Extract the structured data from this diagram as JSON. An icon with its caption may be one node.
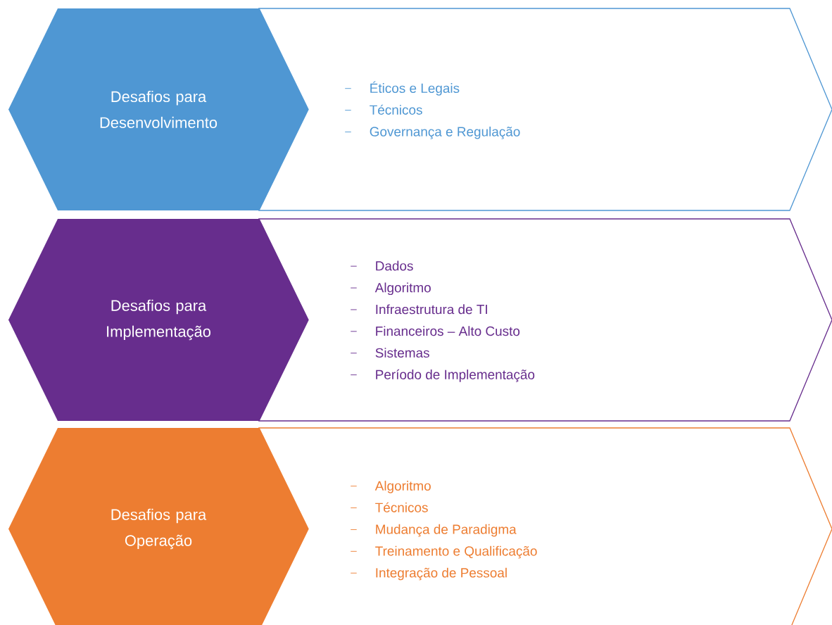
{
  "diagram": {
    "nodes": [
      {
        "text": [
          "Desafios para Desenvolvimento"
        ]
      },
      {
        "text": [
          "Éticos e Legais",
          "Técnicos",
          "Governança e Regulação"
        ]
      },
      {
        "text": [
          "Desafios para Implementação"
        ]
      },
      {
        "text": [
          "Dados",
          "Algoritmo",
          "Infraestrutura de TI",
          "Financeiros – Alto Custo",
          "Sistemas",
          "Período de Implementação"
        ]
      },
      {
        "text": [
          "Desafios para Operação"
        ]
      },
      {
        "text": [
          "Algoritmo",
          "Técnicos",
          "Mudança de Paradigma",
          "Treinamento e Qualificação",
          "Integração de Pessoal"
        ]
      }
    ],
    "edges": []
  }
}
